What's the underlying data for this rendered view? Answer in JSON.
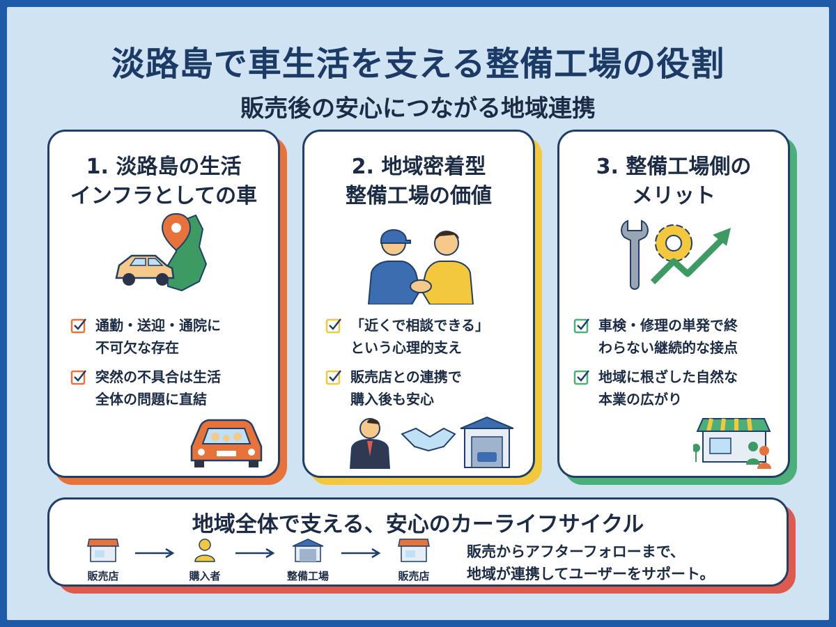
{
  "title": "淡路島で車生活を支える整備工場の役割",
  "subtitle": "販売後の安心につながる地域連携",
  "colors": {
    "frame": "#1f5aa8",
    "background": "#cfe3f3",
    "card1_accent": "#e7733a",
    "card2_accent": "#f4c83c",
    "card3_accent": "#4caf7a",
    "bottom_accent": "#dd5a4f",
    "text": "#1b2b45"
  },
  "cards": [
    {
      "title_line1": "1. 淡路島の生活",
      "title_line2": "インフラとしての車",
      "icon": "car-map-pin-icon",
      "items": [
        "通勤・送迎・通院に\n不可欠な存在",
        "突然の不具合は生活\n全体の問題に直結"
      ]
    },
    {
      "title_line1": "2. 地域密着型",
      "title_line2": "整備工場の価値",
      "icon": "mechanic-handshake-icon",
      "items": [
        "「近くで相談できる」\nという心理的支え",
        "販売店との連携で\n購入後も安心"
      ]
    },
    {
      "title_line1": "3. 整備工場側の",
      "title_line2": "メリット",
      "icon": "wrench-gear-growth-icon",
      "items": [
        "車検・修理の単発で終\nわらない継続的な接点",
        "地域に根ざした自然な\n本業の広がり"
      ]
    }
  ],
  "bottom": {
    "title": "地域全体で支える、安心のカーライフサイクル",
    "flow": [
      "販売店",
      "購入者",
      "整備工場",
      "販売店"
    ],
    "text_line1": "販売からアフターフォローまで、",
    "text_line2": "地域が連携してユーザーをサポート。"
  }
}
